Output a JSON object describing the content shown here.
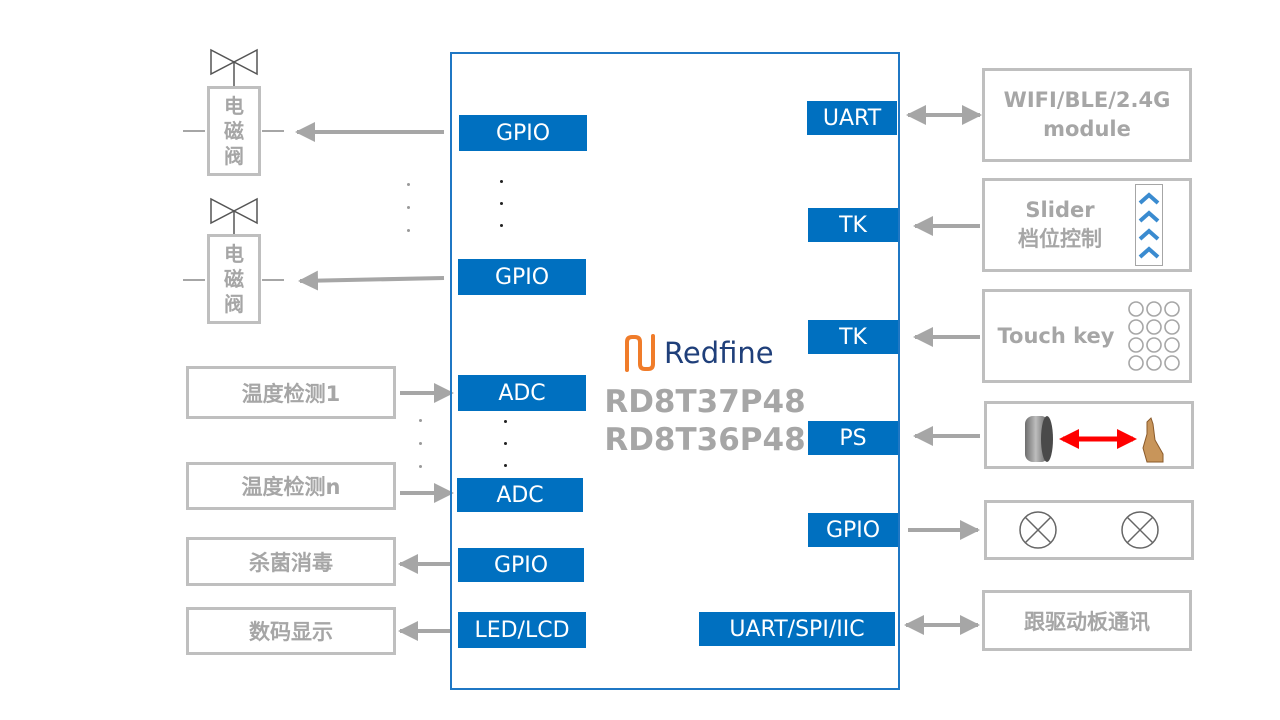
{
  "chip": {
    "brand_name": "Redfine",
    "models": [
      "RD8T37P48",
      "RD8T36P48"
    ]
  },
  "left_pins": [
    {
      "id": "gpio1",
      "label": "GPIO"
    },
    {
      "id": "gpio2",
      "label": "GPIO"
    },
    {
      "id": "adc1",
      "label": "ADC"
    },
    {
      "id": "adc2",
      "label": "ADC"
    },
    {
      "id": "gpio3",
      "label": "GPIO"
    },
    {
      "id": "led",
      "label": "LED/LCD"
    }
  ],
  "right_pins": [
    {
      "id": "uart",
      "label": "UART"
    },
    {
      "id": "tk1",
      "label": "TK"
    },
    {
      "id": "tk2",
      "label": "TK"
    },
    {
      "id": "ps",
      "label": "PS"
    },
    {
      "id": "gpio4",
      "label": "GPIO"
    },
    {
      "id": "uart_spi_iic",
      "label": "UART/SPI/IIC"
    }
  ],
  "left_devices": {
    "valve_label": "电\n磁\n阀",
    "temp1": "温度检测1",
    "tempn": "温度检测n",
    "sterilize": "杀菌消毒",
    "display": "数码显示"
  },
  "right_devices": {
    "wireless_line1": "WIFI/BLE/2.4G",
    "wireless_line2": "module",
    "slider_line1": "Slider",
    "slider_line2": "档位控制",
    "touch_key": "Touch key",
    "driver_comm": "跟驱动板通讯"
  },
  "colors": {
    "pin_bg": "#0070c0",
    "chip_border": "#1f77c4",
    "device_border": "#bfbfbf",
    "device_text": "#a6a6a6",
    "arrow": "#a6a6a6",
    "ps_arrow": "#ff0000",
    "brand_logo": "#f07c2a"
  },
  "icons": {
    "valve": "valve-symbol-icon",
    "slider": "chevron-up-stack-icon",
    "touch": "button-grid-icon",
    "sensor": "proximity-sensor-icon",
    "hand": "hand-icon",
    "lamp": "lamp-cross-icon",
    "logo": "redfine-logo-icon"
  }
}
